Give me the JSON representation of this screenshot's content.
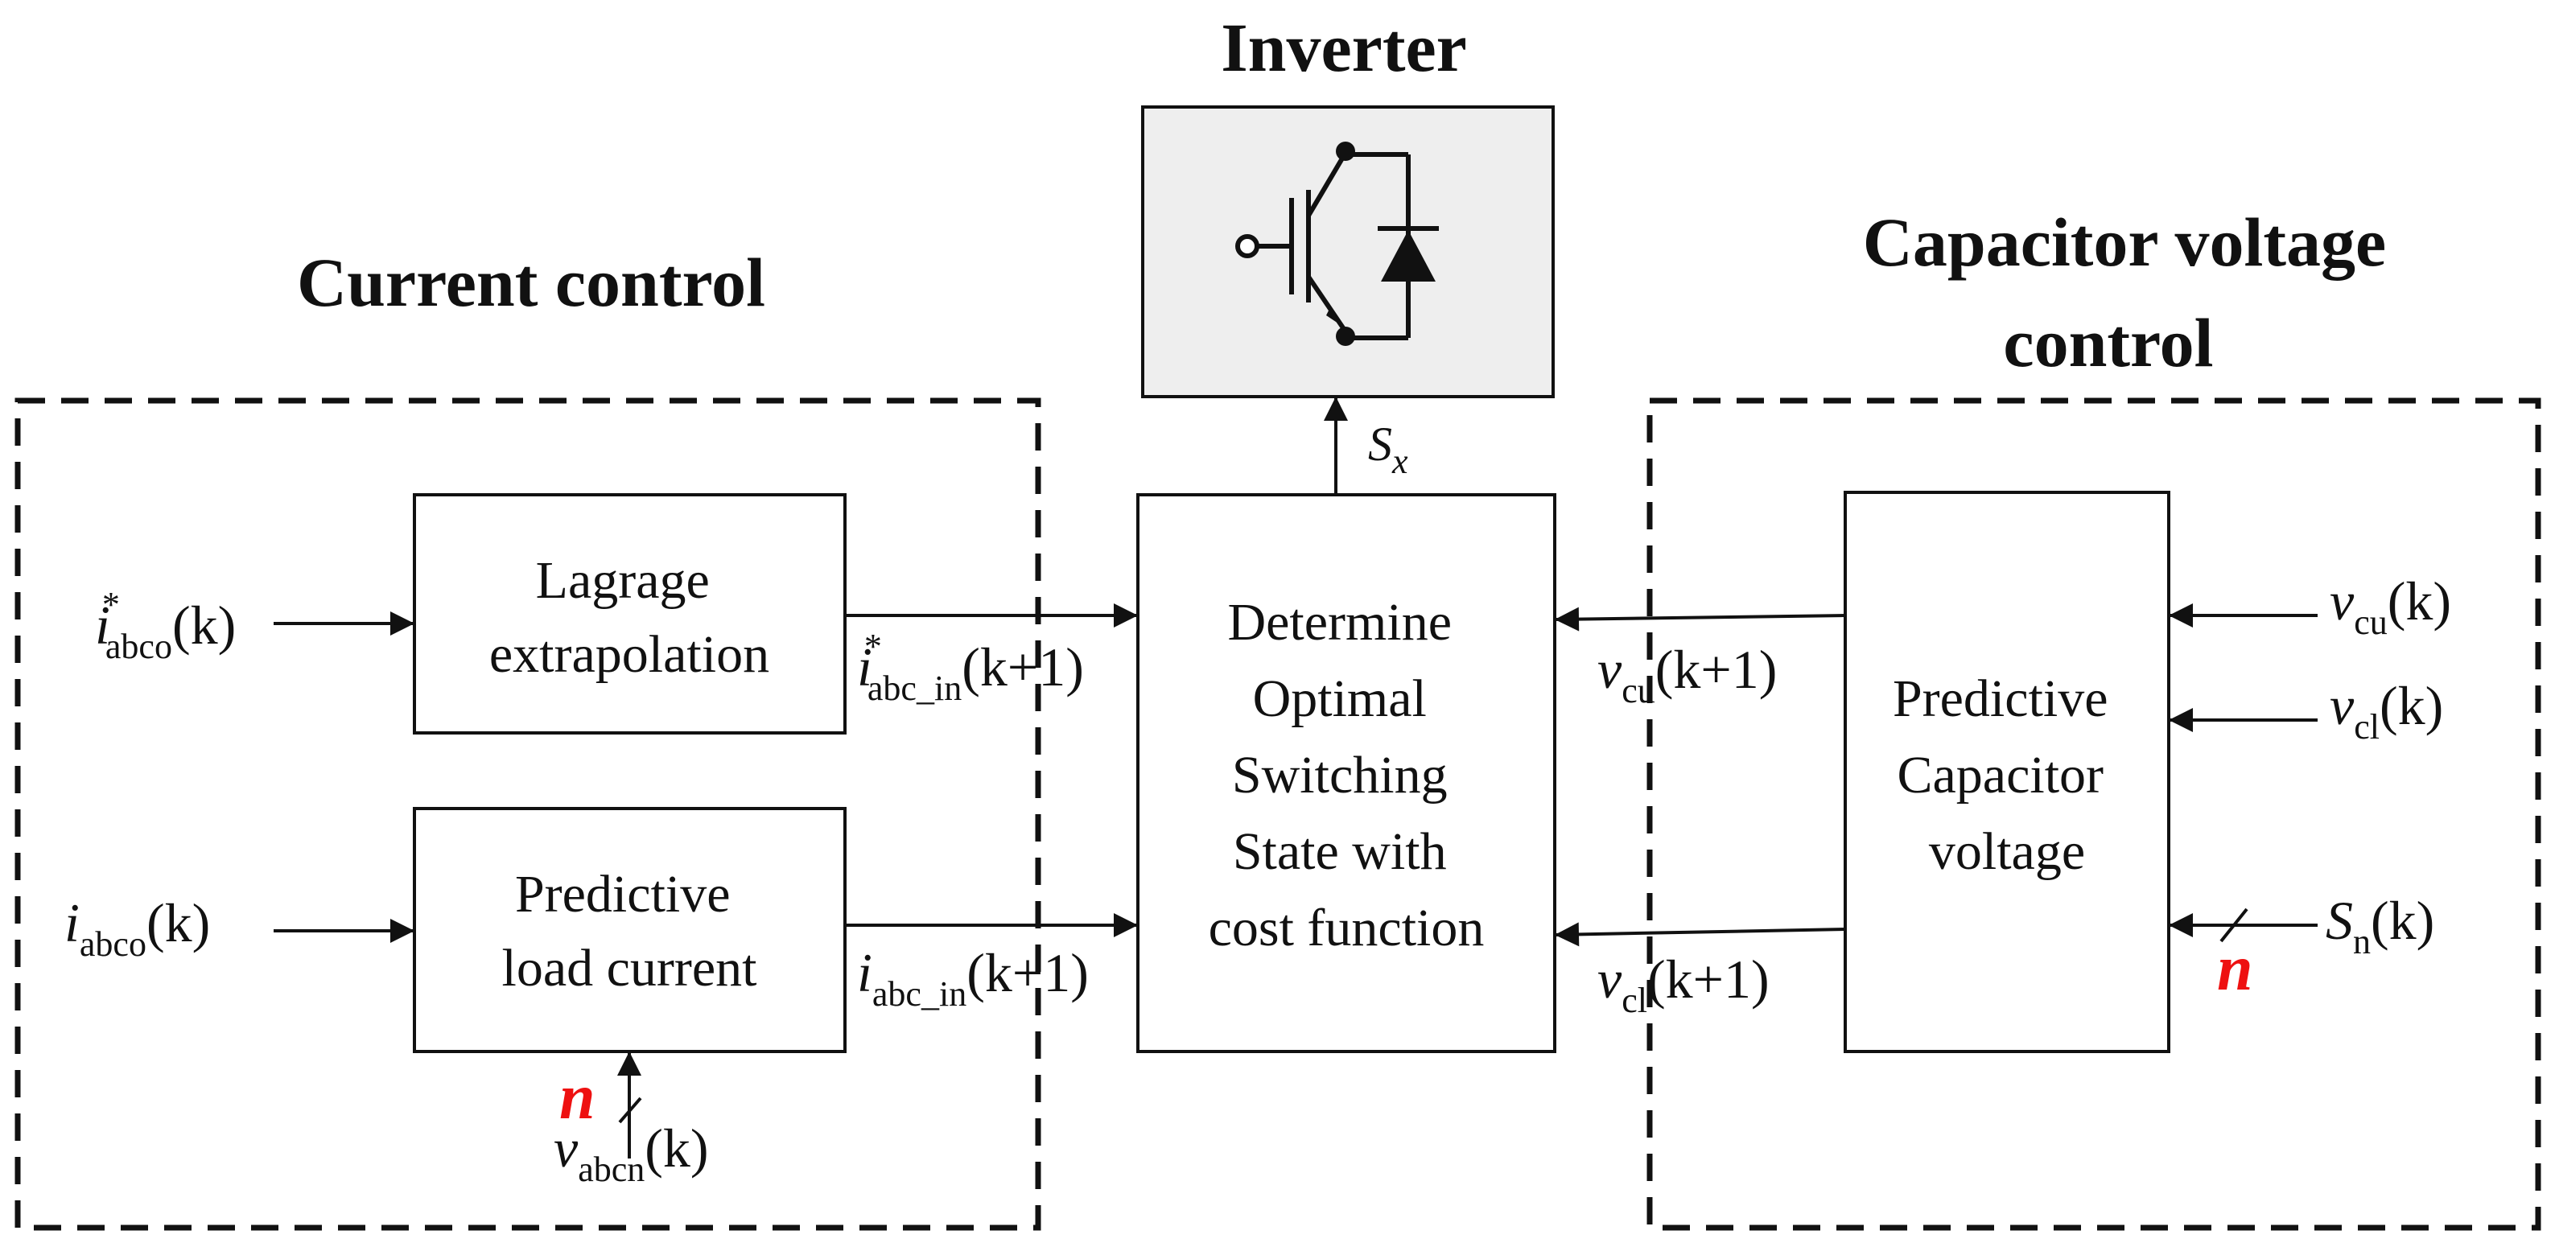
{
  "titles": {
    "inverter": "Inverter",
    "current_control": "Current control",
    "capacitor_control_line1": "Capacitor voltage",
    "capacitor_control_line2": "control"
  },
  "blocks": {
    "lagrange": [
      "Lagrage",
      "extrapolation"
    ],
    "predictive_load": [
      "Predictive",
      "load current"
    ],
    "determine": [
      "Determine",
      "Optimal",
      "Switching",
      "State with",
      "cost function"
    ],
    "predictive_cap": [
      "Predictive",
      "Capacitor",
      "voltage"
    ]
  },
  "signals": {
    "i_ref_in": {
      "sym": "i",
      "sup": "*",
      "sub": "abco",
      "arg": "(k)"
    },
    "i_in": {
      "sym": "i",
      "sub": "abco",
      "arg": "(k)"
    },
    "i_ref_pred": {
      "sym": "i",
      "sup": "*",
      "sub": "abc_in",
      "arg": "(k+1)"
    },
    "i_pred": {
      "sym": "i",
      "sub": "abc_in",
      "arg": "(k+1)"
    },
    "v_abcn": {
      "sym": "v",
      "sub": "abcn",
      "arg": "(k)"
    },
    "v_cu_pred": {
      "sym": "v",
      "sub": "cu",
      "arg": "(k+1)"
    },
    "v_cl_pred": {
      "sym": "v",
      "sub": "cl",
      "arg": "(k+1)"
    },
    "v_cu_in": {
      "sym": "v",
      "sub": "cu",
      "arg": "(k)"
    },
    "v_cl_in": {
      "sym": "v",
      "sub": "cl",
      "arg": "(k)"
    },
    "s_n_in": {
      "sym": "S",
      "sub": "n",
      "arg": "(k)"
    },
    "s_x": {
      "sym": "S",
      "sub": "x",
      "arg": ""
    }
  },
  "bus_width_label": "n",
  "colors": {
    "line": "#111111",
    "inverter_fill": "#eeeeee",
    "bus_label": "#ee1111"
  },
  "icons": [
    "igbt-with-antiparallel-diode-icon"
  ]
}
